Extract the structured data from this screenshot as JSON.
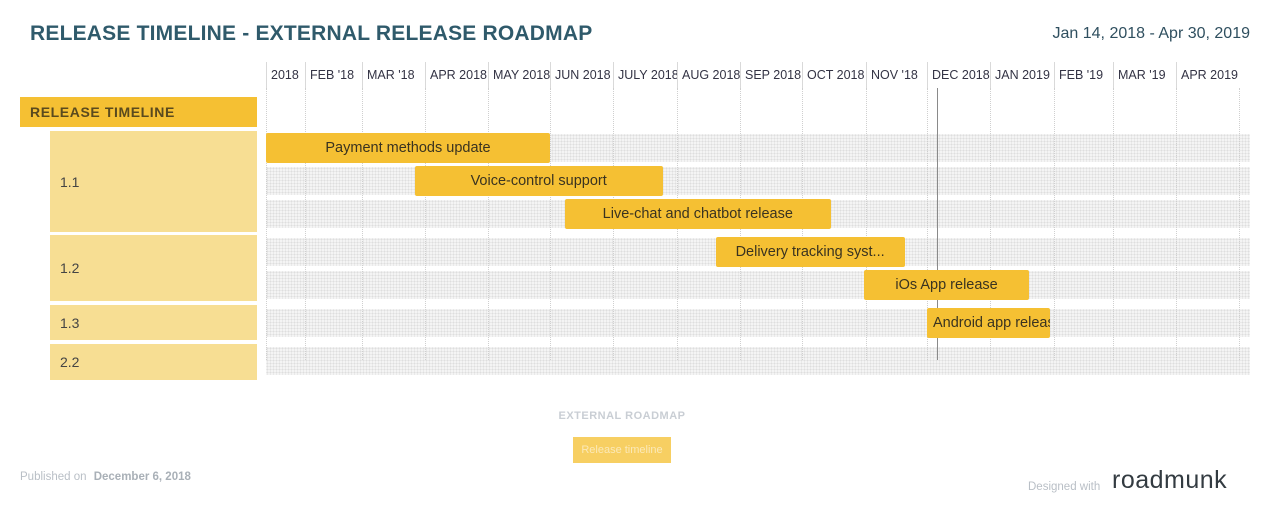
{
  "header": {
    "title": "RELEASE TIMELINE - EXTERNAL RELEASE ROADMAP",
    "date_range": "Jan 14, 2018 - Apr 30, 2019"
  },
  "timeline": {
    "months": [
      "2018",
      "FEB '18",
      "MAR '18",
      "APR 2018",
      "MAY 2018",
      "JUN 2018",
      "JULY 2018",
      "AUG 2018",
      "SEP 2018",
      "OCT 2018",
      "NOV '18",
      "DEC 2018",
      "JAN 2019",
      "FEB '19",
      "MAR '19",
      "APR 2019"
    ]
  },
  "sidebar": {
    "header_label": "RELEASE TIMELINE",
    "groups": [
      "1.1",
      "1.2",
      "1.3",
      "2.2"
    ]
  },
  "bars": [
    {
      "label": "Payment methods update",
      "group": "1.1",
      "start": "2018-01-14",
      "end": "2018-06-01"
    },
    {
      "label": "Voice-control support",
      "group": "1.1",
      "start": "2018-03-27",
      "end": "2018-07-25"
    },
    {
      "label": "Live-chat and chatbot release",
      "group": "1.1",
      "start": "2018-06-08",
      "end": "2018-10-15"
    },
    {
      "label": "Delivery tracking syst...",
      "group": "1.2",
      "start": "2018-08-20",
      "end": "2018-11-20"
    },
    {
      "label": "iOs App release",
      "group": "1.2",
      "start": "2018-10-31",
      "end": "2019-01-20"
    },
    {
      "label": "Android app release",
      "group": "1.3",
      "start": "2018-12-01",
      "end": "2019-01-30"
    }
  ],
  "today_marker": "2018-12-06",
  "legend": {
    "title": "EXTERNAL ROADMAP",
    "item": "Release timeline"
  },
  "footer": {
    "published_label": "Published on",
    "published_date": "December 6, 2018",
    "designed_label": "Designed with",
    "brand": "roadmunk"
  },
  "colors": {
    "bar": "#f5c033",
    "group_fill": "#f7de93",
    "title": "#2f5a6b"
  }
}
